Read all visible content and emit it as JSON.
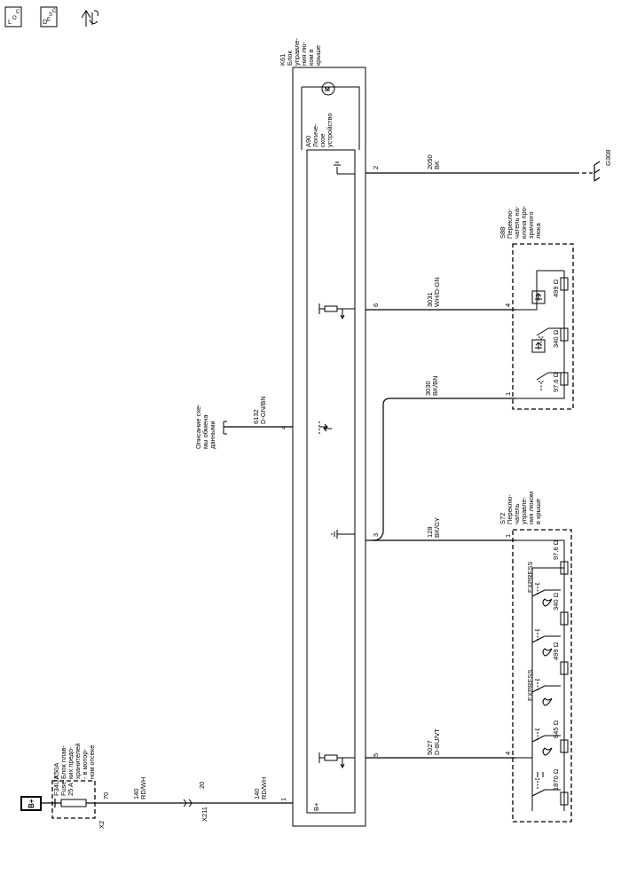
{
  "header_icons": {
    "loc_icon": {
      "main": "L",
      "sub": "O",
      "sup": "C"
    },
    "desc_icon": {
      "main": "D",
      "sub": "E",
      "mid": "S",
      "sub2": "C"
    },
    "repair_icon": "repair-icon"
  },
  "battery": "B+",
  "fuse_block": {
    "id": "X50A",
    "desc": [
      "Блок плав-",
      "ких предо-",
      "хранителей",
      "- в мотор-",
      "ном отсеке"
    ],
    "fuse_id": "F34UA",
    "fuse_word": "Fuse",
    "fuse_rating": "25 A",
    "connector": "X2",
    "pin": "70"
  },
  "wire_140a": {
    "circuit": "140",
    "color": "RD/WH"
  },
  "inline_connector": {
    "id": "X211",
    "pin": "20"
  },
  "wire_140b": {
    "circuit": "140",
    "color": "RD/WH"
  },
  "module": {
    "id": "K61",
    "desc": [
      "Блок",
      "управле-",
      "ния лю-",
      "ком в",
      "крыше"
    ],
    "logic_id": "A90",
    "logic_desc": [
      "Логиче-",
      "ское",
      "устройство"
    ],
    "motor": "M",
    "bplus": "B+",
    "pins": [
      "1",
      "5",
      "3",
      "4",
      "6",
      "2"
    ]
  },
  "wire_5027": {
    "circuit": "5027",
    "color": "D-BU/VT",
    "pin_far": "4"
  },
  "wire_128": {
    "circuit": "128",
    "color": "BK/GY",
    "pin_far": "1"
  },
  "wire_3030": {
    "circuit": "3030",
    "color": "BK/BN",
    "pin_far": "1"
  },
  "wire_3031": {
    "circuit": "3031",
    "color": "WH/D-GN",
    "pin_far": "4"
  },
  "wire_2050": {
    "circuit": "2050",
    "color": "BK"
  },
  "data_comm": {
    "circuit": "6132",
    "color": "D-GN/BN",
    "ref": [
      "Описание схе-",
      "мы обмена",
      "данными"
    ]
  },
  "ground": {
    "id": "G308"
  },
  "switch_s72": {
    "id": "S72",
    "desc": [
      "Переклю-",
      "чатель",
      "управле-",
      "ния люком",
      "в крыше"
    ],
    "express_1": "EXPRESS",
    "express_2": "EXPRESS",
    "resistors": [
      "1870 Ω",
      "845 Ω",
      "499 Ω",
      "340 Ω",
      "97.6 Ω"
    ]
  },
  "switch_s88": {
    "id": "S88",
    "desc": [
      "Переклю-",
      "чатель на-",
      "клона про-",
      "зрачного",
      "люка"
    ],
    "resistors": [
      "97.6 Ω",
      "340 Ω",
      "499 Ω"
    ]
  }
}
